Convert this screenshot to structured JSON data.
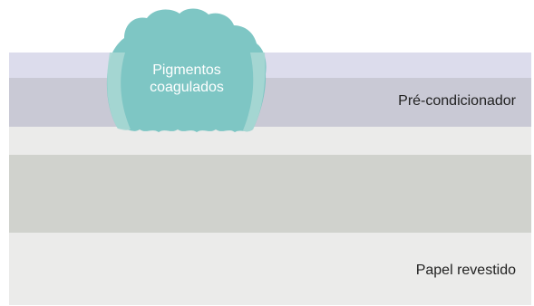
{
  "labels": {
    "pigments": [
      "Pigmentos",
      "coagulados"
    ],
    "preconditioner": "Pré-condicionador",
    "coated_paper": "Papel revestido"
  },
  "colors": {
    "background": "#ffffff",
    "layer_top_lavender": "#dcdcec",
    "layer_preconditioner": "#c9c9d5",
    "layer_light_band": "#ebebea",
    "layer_gray_band": "#d0d2cd",
    "layer_coated_paper": "#ebebea",
    "pigment_teal": "#7ec6c4",
    "pigment_overlap_teal": "#a8d7d4"
  }
}
